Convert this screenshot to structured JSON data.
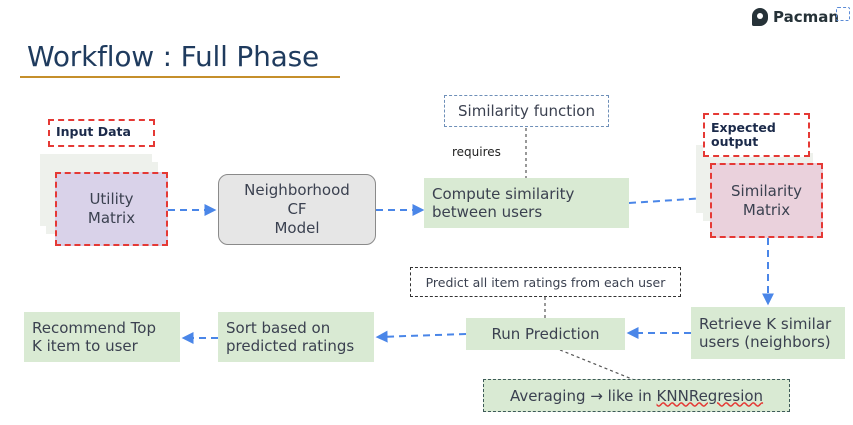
{
  "header": {
    "title": "Workflow : Full Phase",
    "logo_text": "Pacman",
    "accent": "#c58f2b"
  },
  "nodes": {
    "input_data_label": "Input Data",
    "utility_matrix": [
      "Utility",
      "Matrix"
    ],
    "cf_model": [
      "Neighborhood",
      "CF",
      "Model"
    ],
    "similarity_function": "Similarity function",
    "requires_note": "requires",
    "compute_similarity": [
      "Compute similarity",
      "between users"
    ],
    "expected_output_label": [
      "Expected",
      "output"
    ],
    "similarity_matrix": [
      "Similarity",
      "Matrix"
    ],
    "predict_note": "Predict all item ratings from each user",
    "retrieve_k": [
      "Retrieve K similar",
      "users (neighbors)"
    ],
    "run_prediction": "Run Prediction",
    "sort_ratings": [
      "Sort based on",
      "predicted ratings"
    ],
    "recommend": [
      "Recommend Top",
      "K item to user"
    ],
    "averaging_prefix": "Averaging → like in ",
    "averaging_term": "KNNRegresion"
  },
  "colors": {
    "flow_arrow": "#4a86e8",
    "input_fill": "#d9d2e9",
    "output_fill": "#ead1dc",
    "step_fill": "#d9ead3",
    "highlight_border": "#e53935"
  }
}
